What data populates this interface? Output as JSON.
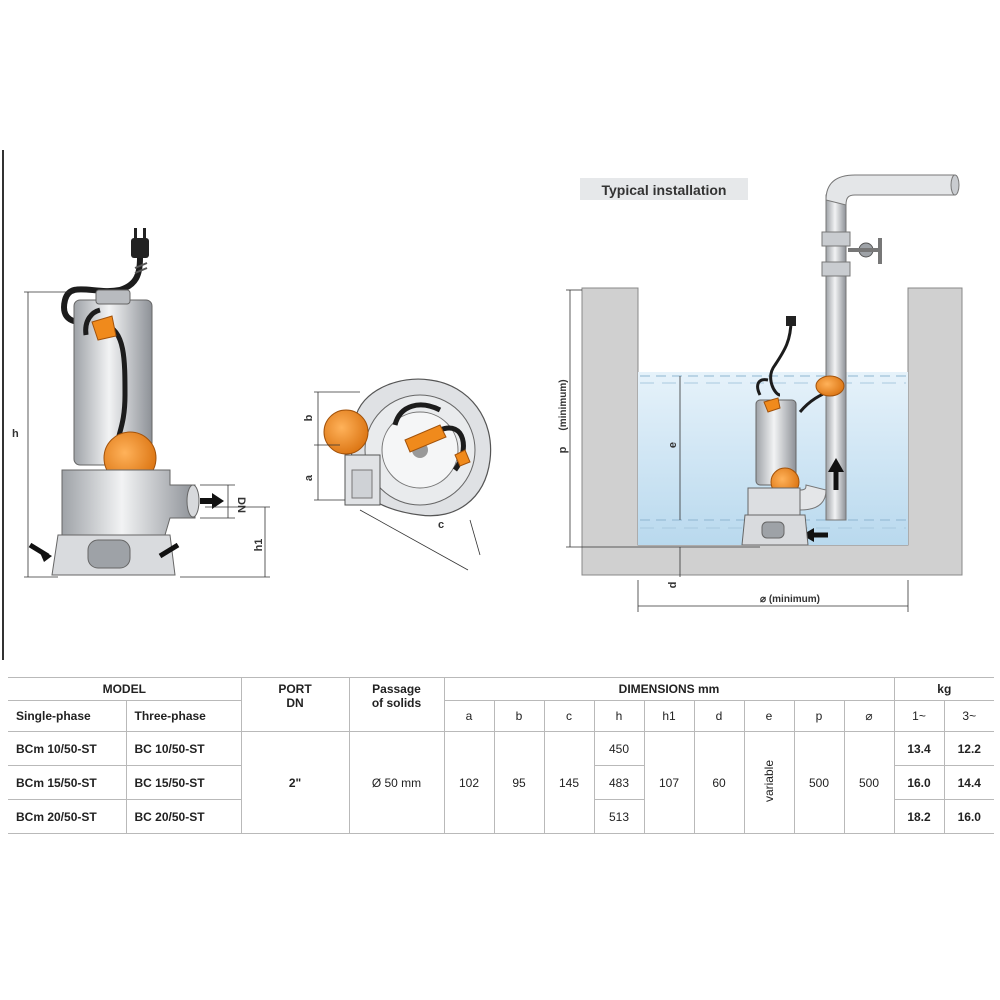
{
  "diagram": {
    "installation_title": "Typical installation",
    "labels": {
      "h": "h",
      "h1": "h1",
      "dn": "DN",
      "a": "a",
      "b": "b",
      "c": "c",
      "p": "p",
      "p_min": "(minimum)",
      "e": "e",
      "d": "d",
      "width_min": "⌀ (minimum)"
    }
  },
  "table": {
    "headers": {
      "model": "MODEL",
      "single_phase": "Single-phase",
      "three_phase": "Three-phase",
      "port": "PORT",
      "dn": "DN",
      "passage_1": "Passage",
      "passage_2": "of solids",
      "dimensions": "DIMENSIONS mm",
      "cols": [
        "a",
        "b",
        "c",
        "h",
        "h1",
        "d",
        "e",
        "p",
        "⌀"
      ],
      "kg": "kg",
      "kg_1": "1~",
      "kg_3": "3~"
    },
    "rows": [
      {
        "single": "BCm 10/50-ST",
        "three": "BC 10/50-ST",
        "h": "450",
        "kg1": "13.4",
        "kg3": "12.2"
      },
      {
        "single": "BCm 15/50-ST",
        "three": "BC 15/50-ST",
        "h": "483",
        "kg1": "16.0",
        "kg3": "14.4"
      },
      {
        "single": "BCm 20/50-ST",
        "three": "BC 20/50-ST",
        "h": "513",
        "kg1": "18.2",
        "kg3": "16.0"
      }
    ],
    "shared": {
      "port": "2\"",
      "passage": "Ø 50 mm",
      "a": "102",
      "b": "95",
      "c": "145",
      "h1": "107",
      "d": "60",
      "e": "variable",
      "p": "500",
      "diam": "500"
    }
  },
  "colors": {
    "orange": "#f08a1c",
    "steel": "#c9ccd0",
    "water": "#cfe6f4",
    "wall": "#cfcfcf"
  }
}
